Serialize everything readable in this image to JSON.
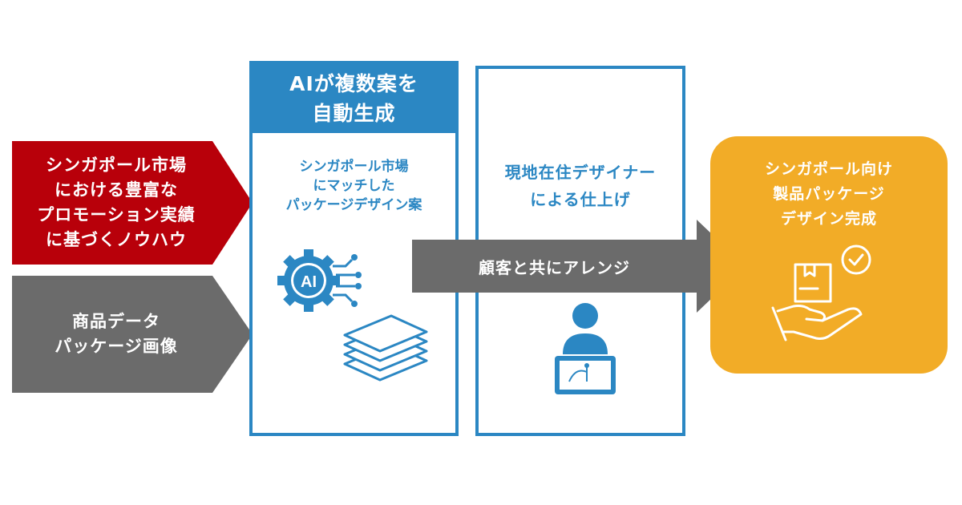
{
  "colors": {
    "red": "#b8000a",
    "gray": "#6b6b6b",
    "blue": "#2b87c3",
    "orange": "#f2ac27",
    "white": "#ffffff"
  },
  "inputs": {
    "red_arrow": {
      "lines": [
        "シンガポール市場",
        "における豊富な",
        "プロモーション実績",
        "に基づくノウハウ"
      ]
    },
    "gray_arrow": {
      "lines": [
        "商品データ",
        "パッケージ画像"
      ]
    }
  },
  "ai_panel": {
    "header_lines": [
      "AIが複数案を",
      "自動生成"
    ],
    "sub_lines": [
      "シンガポール市場",
      "にマッチした",
      "パッケージデザイン案"
    ],
    "icons": [
      "ai-gear-icon",
      "layers-icon"
    ]
  },
  "designer_panel": {
    "sub_lines": [
      "現地在住デザイナー",
      "による仕上げ"
    ],
    "icons": [
      "designer-laptop-icon"
    ]
  },
  "flow_arrow": {
    "label": "顧客と共にアレンジ"
  },
  "result": {
    "lines": [
      "シンガポール向け",
      "製品パッケージ",
      "デザイン完成"
    ],
    "icons": [
      "hand-package-check-icon"
    ]
  }
}
